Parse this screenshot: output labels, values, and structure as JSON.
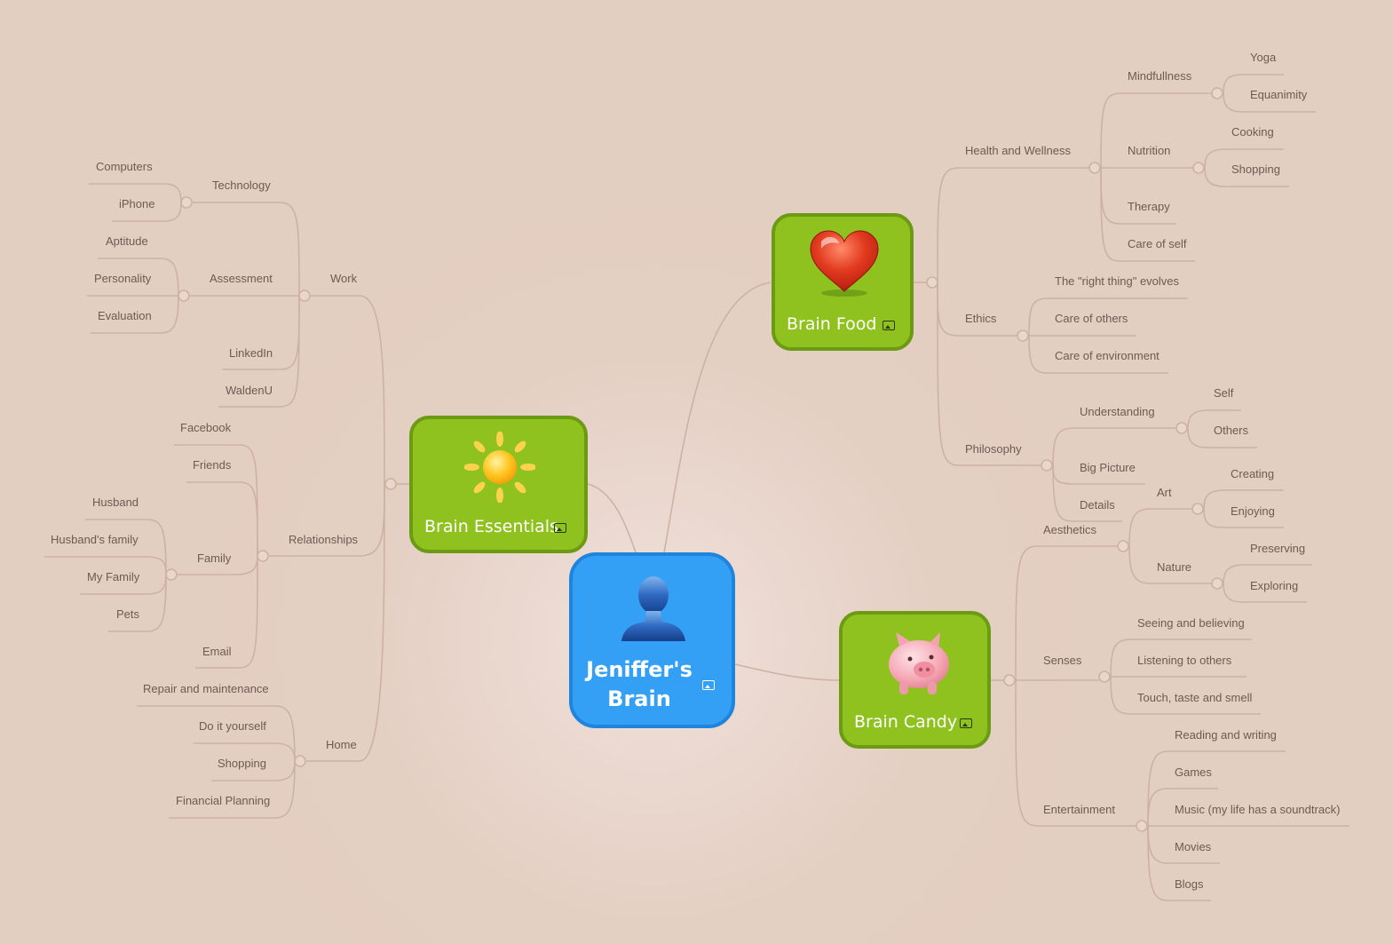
{
  "colors": {
    "background": "#e3cec2",
    "link": "#cdb2a3",
    "label": "#6e5a52",
    "topic_green": "#8fc21f",
    "topic_border": "#6c9a13",
    "center_blue": "#33a0f5"
  },
  "center": {
    "title": "Jeniffer's Brain",
    "icon": "person-silhouette-icon"
  },
  "topics": {
    "brain_essentials": {
      "title": "Brain Essentials",
      "icon": "sun-icon"
    },
    "brain_food": {
      "title": "Brain Food",
      "icon": "heart-icon"
    },
    "brain_candy": {
      "title": "Brain Candy",
      "icon": "piggy-bank-icon"
    }
  },
  "essentials": {
    "work": "Work",
    "technology": "Technology",
    "computers": "Computers",
    "iphone": "iPhone",
    "assessment": "Assessment",
    "aptitude": "Aptitude",
    "personality": "Personality",
    "evaluation": "Evaluation",
    "linkedin": "LinkedIn",
    "waldenu": "WaldenU",
    "relationships": "Relationships",
    "facebook": "Facebook",
    "friends": "Friends",
    "family": "Family",
    "husband": "Husband",
    "husbands_family": "Husband's family",
    "my_family": "My Family",
    "pets": "Pets",
    "email": "Email",
    "home": "Home",
    "repair": "Repair and maintenance",
    "diy": "Do it yourself",
    "shopping": "Shopping",
    "financial": "Financial Planning"
  },
  "food": {
    "health": "Health and Wellness",
    "mindfullness": "Mindfullness",
    "yoga": "Yoga",
    "equanimity": "Equanimity",
    "nutrition": "Nutrition",
    "cooking": "Cooking",
    "shopping": "Shopping",
    "therapy": "Therapy",
    "care_self": "Care of self",
    "ethics": "Ethics",
    "right_thing": "The \"right thing\" evolves",
    "care_others": "Care of others",
    "care_env": "Care of environment",
    "philosophy": "Philosophy",
    "understanding": "Understanding",
    "self": "Self",
    "others": "Others",
    "big_picture": "Big Picture",
    "details": "Details"
  },
  "candy": {
    "aesthetics": "Aesthetics",
    "art": "Art",
    "creating": "Creating",
    "enjoying": "Enjoying",
    "nature": "Nature",
    "preserving": "Preserving",
    "exploring": "Exploring",
    "senses": "Senses",
    "seeing": "Seeing and believing",
    "listening": "Listening to others",
    "touch": "Touch, taste and smell",
    "entertainment": "Entertainment",
    "reading": "Reading and writing",
    "games": "Games",
    "music": "Music (my life has a soundtrack)",
    "movies": "Movies",
    "blogs": "Blogs"
  }
}
